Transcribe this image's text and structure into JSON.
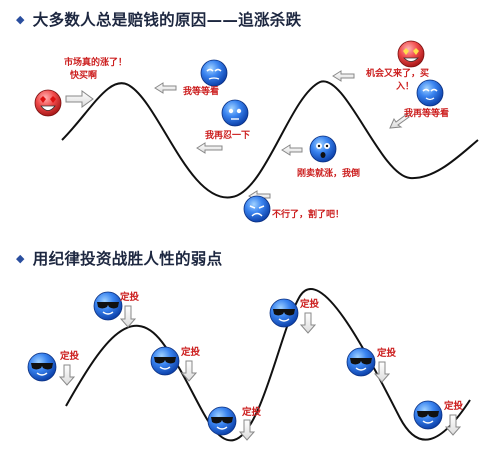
{
  "section1": {
    "title": "大多数人总是赔钱的原因——追涨杀跌",
    "captions": {
      "market_up_line1": "市场真的涨了！",
      "market_up_line2": "快买啊",
      "wait1": "我等等看",
      "bear": "我再忍一下",
      "cut_line1": "刚卖就涨，我倒",
      "cut_line2": "不行了，割了吧！",
      "chance_line1": "机会又来了，买",
      "chance_line2": "入！",
      "wait2": "我再等等看"
    }
  },
  "section2": {
    "title": "用纪律投资战胜人性的弱点",
    "invest_label": "定投"
  },
  "colors": {
    "heading": "#1d2740",
    "bullet": "#2a4e9e",
    "caption": "#cc1f1f",
    "curve": "#111111",
    "arrow_stroke": "#888888",
    "emoticon_blue": "#2a6fe0"
  }
}
